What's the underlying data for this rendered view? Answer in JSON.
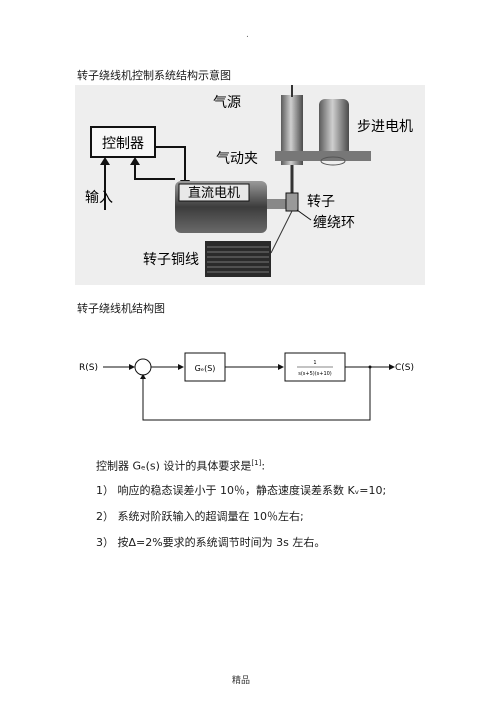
{
  "header": {
    "mark": "."
  },
  "section1": {
    "title": "转子绕线机控制系统结构示意图",
    "labels": {
      "air_source": "气源",
      "stepper_motor": "步进电机",
      "controller": "控制器",
      "pneumatic_clamp": "气动夹",
      "input": "输入",
      "dc_motor": "直流电机",
      "rotor": "转子",
      "winding_ring": "缠绕环",
      "copper_wire": "转子铜线"
    }
  },
  "section2": {
    "title": "转子绕线机结构图",
    "block": {
      "input_label": "R(S)",
      "controller": "Gₑ(S)",
      "plant_num": "1",
      "plant_den": "s(s+5)(s+10)",
      "output_label": "C(S)"
    }
  },
  "requirements": {
    "intro": "控制器 Gₑ(s) 设计的具体要求是",
    "intro_tail": ":",
    "items": [
      "1） 响应的稳态误差小于 10％，静态速度误差系数 Kᵥ=10;",
      "2） 系统对阶跃输入的超调量在 10％左右;",
      "3） 按Δ=2%要求的系统调节时间为 3s 左右。"
    ]
  },
  "footer": {
    "text": "精品"
  }
}
